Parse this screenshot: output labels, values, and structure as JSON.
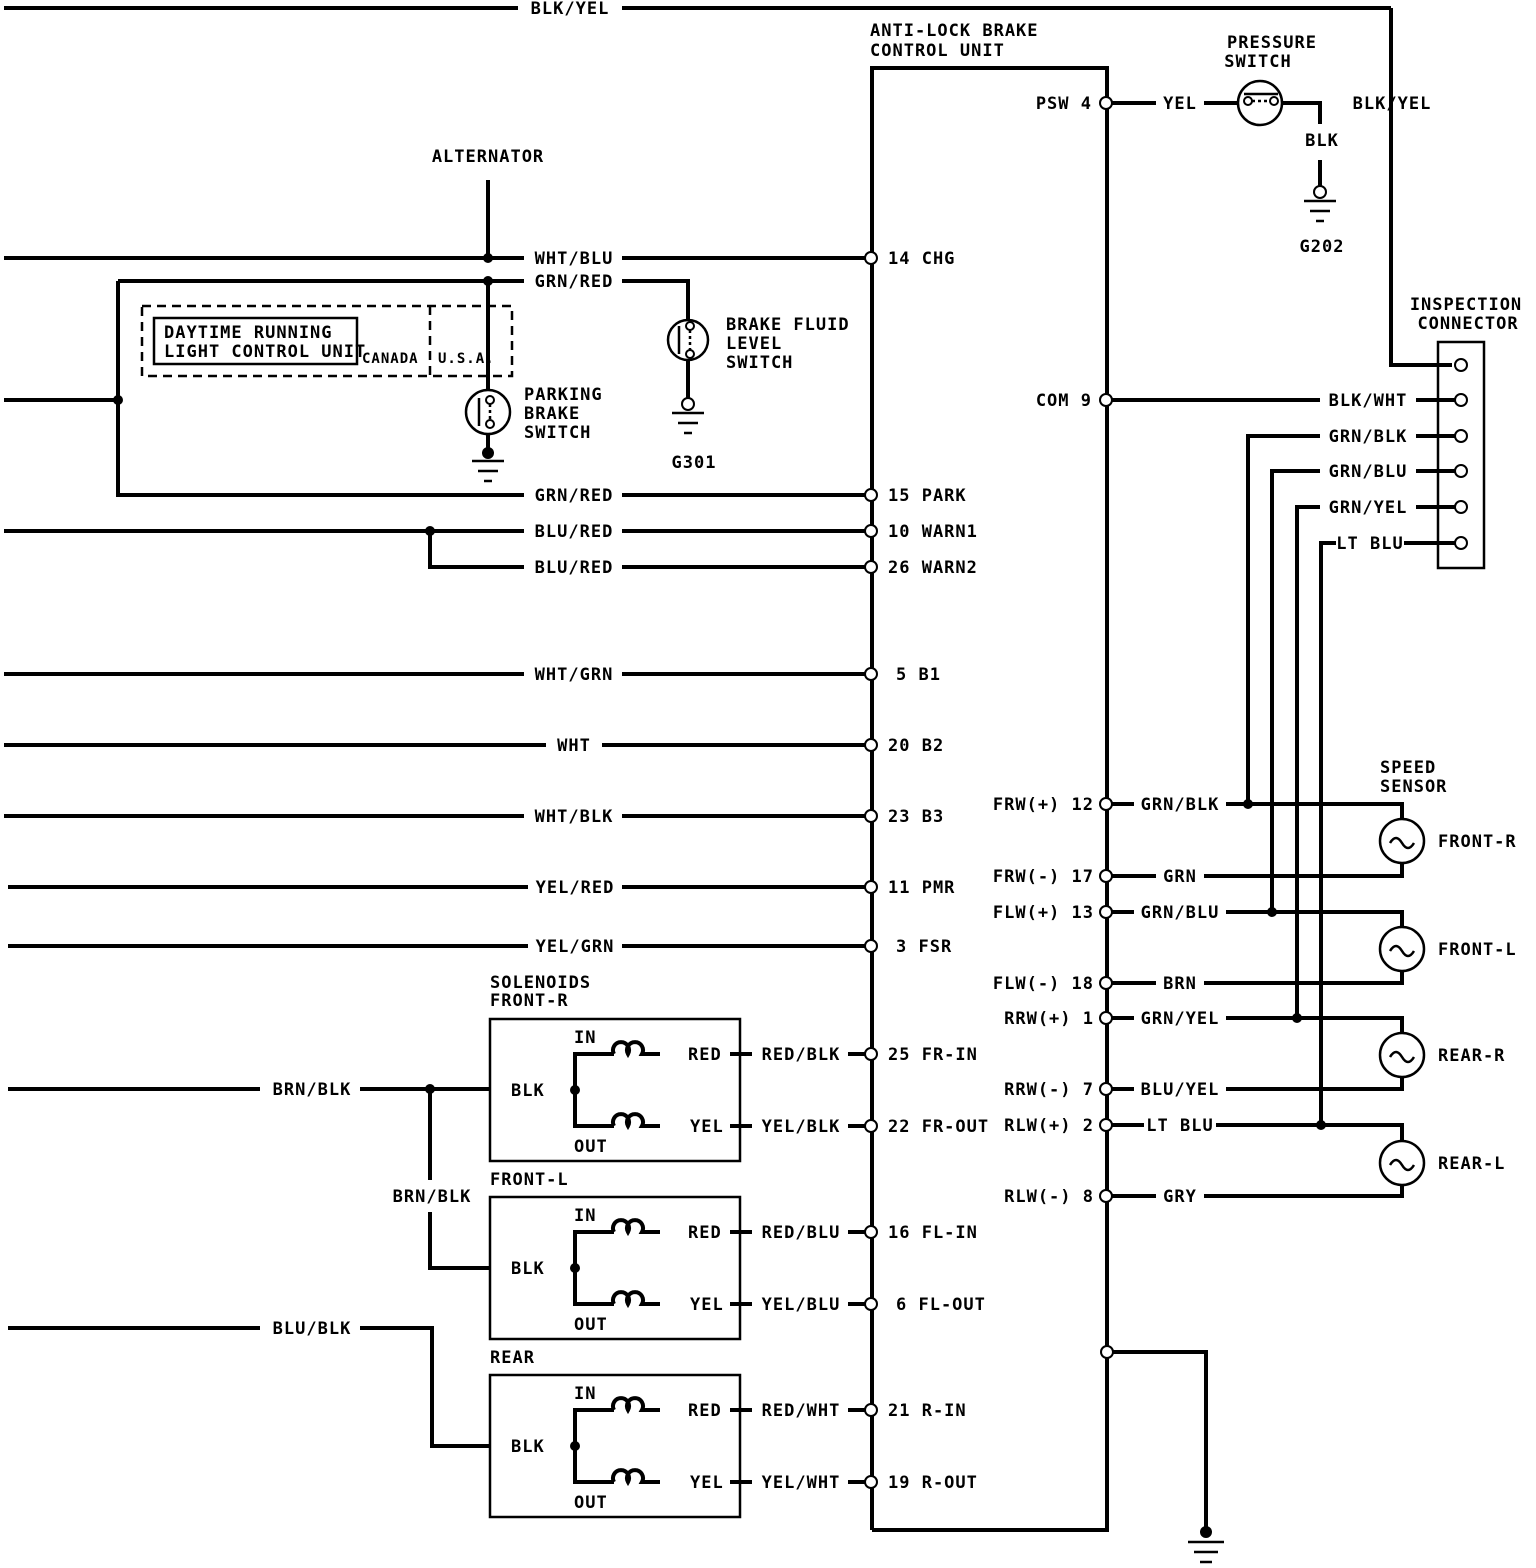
{
  "ecu": {
    "title_line1": "ANTI-LOCK BRAKE",
    "title_line2": "CONTROL UNIT"
  },
  "alternator": "ALTERNATOR",
  "drl": {
    "line1": "DAYTIME RUNNING",
    "line2": "LIGHT CONTROL UNIT",
    "canada": "CANADA",
    "usa": "U.S.A."
  },
  "parking_brake_switch": {
    "line1": "PARKING",
    "line2": "BRAKE",
    "line3": "SWITCH"
  },
  "brake_fluid_switch": {
    "line1": "BRAKE FLUID",
    "line2": "LEVEL",
    "line3": "SWITCH",
    "ground": "G301"
  },
  "pressure_switch": {
    "line1": "PRESSURE",
    "line2": "SWITCH",
    "wire_in": "YEL",
    "wire_out": "BLK",
    "ground": "G202"
  },
  "inspection_connector": {
    "line1": "INSPECTION",
    "line2": "CONNECTOR",
    "top_wire": "BLK/YEL"
  },
  "speed_sensor_title": {
    "line1": "SPEED",
    "line2": "SENSOR"
  },
  "sensors": [
    "FRONT-R",
    "FRONT-L",
    "REAR-R",
    "REAR-L"
  ],
  "left_wires": [
    {
      "wire": "BLK/YEL"
    },
    {
      "wire": "WHT/BLU",
      "pin": "14 CHG"
    },
    {
      "wire": "GRN/RED",
      "pin": ""
    },
    {
      "wire": "GRN/RED",
      "pin": "15 PARK"
    },
    {
      "wire": "BLU/RED",
      "pin": "10 WARN1"
    },
    {
      "wire": "BLU/RED",
      "pin": "26 WARN2"
    },
    {
      "wire": "WHT/GRN",
      "pin": "5 B1"
    },
    {
      "wire": "WHT",
      "pin": "20 B2"
    },
    {
      "wire": "WHT/BLK",
      "pin": "23 B3"
    },
    {
      "wire": "YEL/RED",
      "pin": "11 PMR"
    },
    {
      "wire": "YEL/GRN",
      "pin": "3 FSR"
    }
  ],
  "right_pins": [
    {
      "pin": "PSW 4"
    },
    {
      "pin": "COM 9",
      "wire": "BLK/WHT"
    },
    {
      "pin": "FRW(+) 12",
      "wire": "GRN/BLK"
    },
    {
      "pin": "FRW(-) 17",
      "wire": "GRN"
    },
    {
      "pin": "FLW(+) 13",
      "wire": "GRN/BLU"
    },
    {
      "pin": "FLW(-) 18",
      "wire": "BRN"
    },
    {
      "pin": "RRW(+) 1",
      "wire": "GRN/YEL"
    },
    {
      "pin": "RRW(-) 7",
      "wire": "BLU/YEL"
    },
    {
      "pin": "RLW(+) 2",
      "wire": "LT BLU"
    },
    {
      "pin": "RLW(-) 8",
      "wire": "GRY"
    }
  ],
  "connector_wires": [
    "BLK/WHT",
    "GRN/BLK",
    "GRN/BLU",
    "GRN/YEL",
    "LT BLU"
  ],
  "solenoids": {
    "title_line1": "SOLENOIDS",
    "groups": [
      {
        "label": "FRONT-R",
        "in_wire": "RED/BLK",
        "in_pin": "25 FR-IN",
        "out_wire": "YEL/BLK",
        "out_pin": "22 FR-OUT"
      },
      {
        "label": "FRONT-L",
        "in_wire": "RED/BLU",
        "in_pin": "16 FL-IN",
        "out_wire": "YEL/BLU",
        "out_pin": "6 FL-OUT"
      },
      {
        "label": "REAR",
        "in_wire": "RED/WHT",
        "in_pin": "21 R-IN",
        "out_wire": "YEL/WHT",
        "out_pin": "19 R-OUT"
      }
    ],
    "in": "IN",
    "out": "OUT",
    "red": "RED",
    "yel": "YEL",
    "blk": "BLK",
    "feed_front": "BRN/BLK",
    "feed_front_l": "BRN/BLK",
    "feed_rear": "BLU/BLK"
  }
}
